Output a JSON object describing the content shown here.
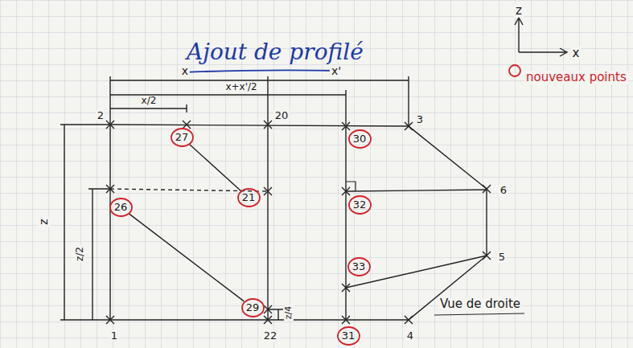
{
  "diagram": {
    "title": "Ajout de profilé",
    "nodes": [
      {
        "text": [
          "27"
        ]
      },
      {
        "text": [
          "30"
        ]
      },
      {
        "text": [
          "21"
        ]
      },
      {
        "text": [
          "32"
        ]
      },
      {
        "text": [
          "26"
        ]
      },
      {
        "text": [
          "33"
        ]
      },
      {
        "text": [
          "29"
        ]
      },
      {
        "text": [
          "31"
        ]
      }
    ],
    "edges": [
      {
        "from": 0,
        "to": 2,
        "arrow": "none"
      },
      {
        "from": 4,
        "to": 6,
        "arrow": "none"
      }
    ],
    "labels": [
      "z",
      "x",
      "x",
      "x'",
      "x+x'/2",
      "x/2",
      "2",
      "20",
      "3",
      "nouveaux points",
      "6",
      "5",
      "z",
      "z/2",
      "z/4",
      "Vue de droite",
      "1",
      "22",
      "4"
    ]
  }
}
